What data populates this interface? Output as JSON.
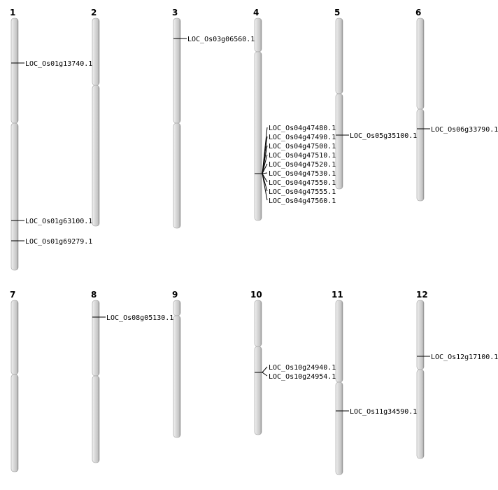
{
  "chromosomes": [
    {
      "label": "1",
      "genes": [
        "LOC_Os01g13740.1",
        "LOC_Os01g63100.1",
        "LOC_Os01g69279.1"
      ]
    },
    {
      "label": "2",
      "genes": []
    },
    {
      "label": "3",
      "genes": [
        "LOC_Os03g06560.1"
      ]
    },
    {
      "label": "4",
      "genes": [
        "LOC_Os04g47480.1",
        "LOC_Os04g47490.1",
        "LOC_Os04g47500.1",
        "LOC_Os04g47510.1",
        "LOC_Os04g47520.1",
        "LOC_Os04g47530.1",
        "LOC_Os04g47550.1",
        "LOC_Os04g47555.1",
        "LOC_Os04g47560.1"
      ]
    },
    {
      "label": "5",
      "genes": [
        "LOC_Os05g35100.1"
      ]
    },
    {
      "label": "6",
      "genes": [
        "LOC_Os06g33790.1"
      ]
    },
    {
      "label": "7",
      "genes": []
    },
    {
      "label": "8",
      "genes": [
        "LOC_Os08g05130.1"
      ]
    },
    {
      "label": "9",
      "genes": []
    },
    {
      "label": "10",
      "genes": [
        "LOC_Os10g24940.1",
        "LOC_Os10g24954.1"
      ]
    },
    {
      "label": "11",
      "genes": [
        "LOC_Os11g34590.1"
      ]
    },
    {
      "label": "12",
      "genes": [
        "LOC_Os12g17100.1"
      ]
    }
  ]
}
